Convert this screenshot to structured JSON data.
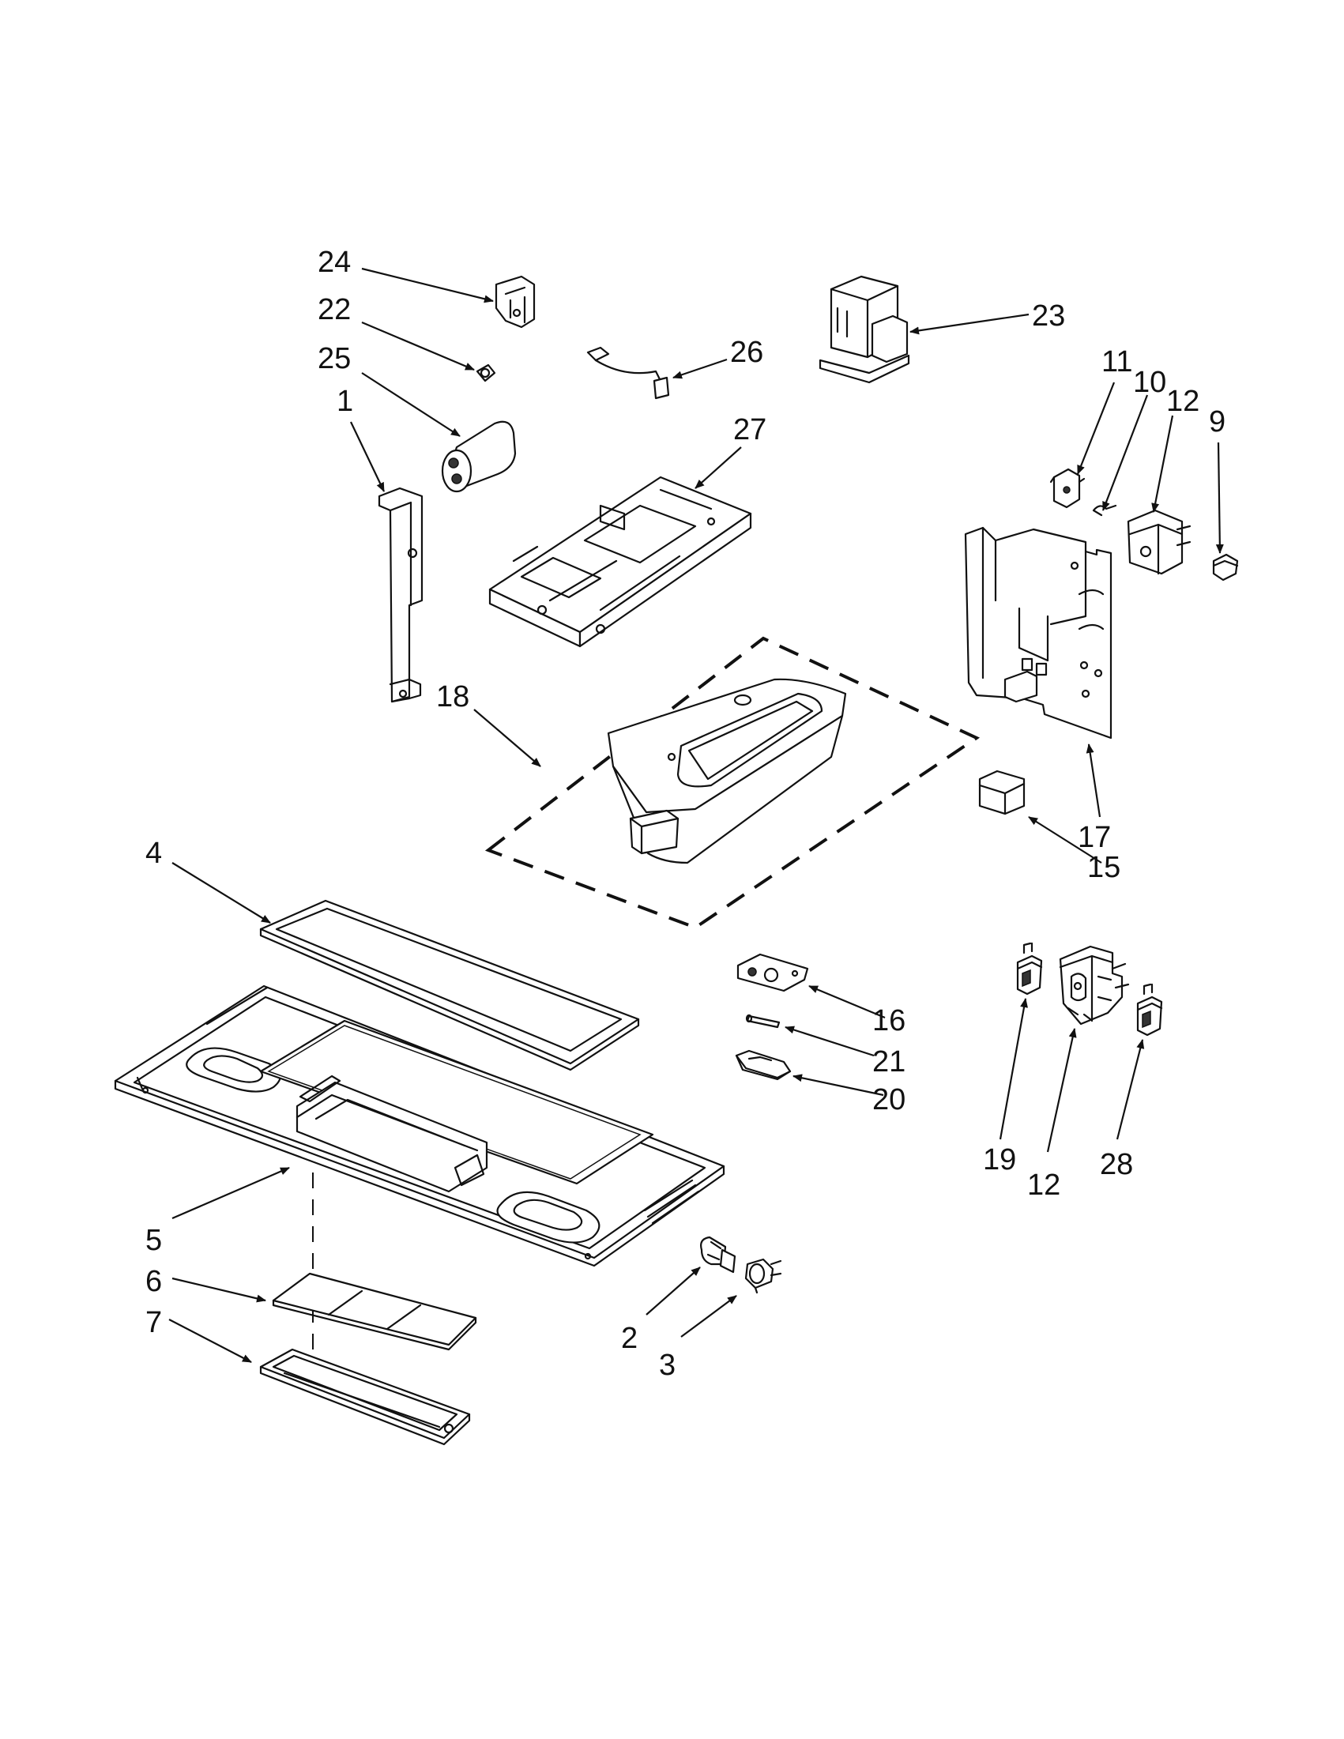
{
  "callouts": [
    {
      "id": "24",
      "label": "24"
    },
    {
      "id": "22",
      "label": "22"
    },
    {
      "id": "25",
      "label": "25"
    },
    {
      "id": "1",
      "label": "1"
    },
    {
      "id": "26",
      "label": "26"
    },
    {
      "id": "23",
      "label": "23"
    },
    {
      "id": "27",
      "label": "27"
    },
    {
      "id": "11",
      "label": "11"
    },
    {
      "id": "10",
      "label": "10"
    },
    {
      "id": "12a",
      "label": "12"
    },
    {
      "id": "9",
      "label": "9"
    },
    {
      "id": "18",
      "label": "18"
    },
    {
      "id": "17",
      "label": "17"
    },
    {
      "id": "15",
      "label": "15"
    },
    {
      "id": "4",
      "label": "4"
    },
    {
      "id": "16",
      "label": "16"
    },
    {
      "id": "21",
      "label": "21"
    },
    {
      "id": "20",
      "label": "20"
    },
    {
      "id": "19",
      "label": "19"
    },
    {
      "id": "12b",
      "label": "12"
    },
    {
      "id": "28",
      "label": "28"
    },
    {
      "id": "5",
      "label": "5"
    },
    {
      "id": "6",
      "label": "6"
    },
    {
      "id": "7",
      "label": "7"
    },
    {
      "id": "2",
      "label": "2"
    },
    {
      "id": "3",
      "label": "3"
    }
  ],
  "colors": {
    "ink": "#111111",
    "background": "#ffffff"
  }
}
